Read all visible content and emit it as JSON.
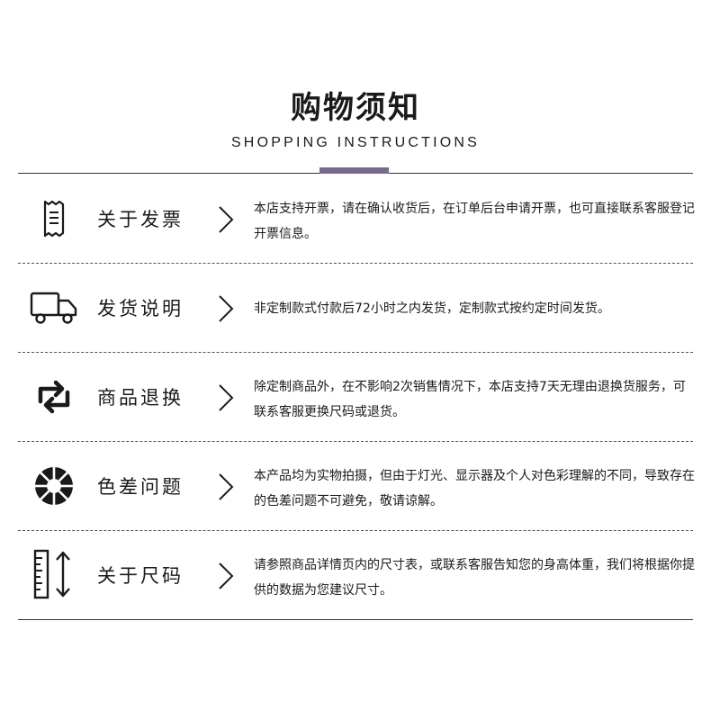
{
  "header": {
    "title": "购物须知",
    "subtitle": "SHOPPING INSTRUCTIONS",
    "accent_color": "#7b6a8c"
  },
  "rows": [
    {
      "icon": "receipt-icon",
      "label": "关于发票",
      "desc": "本店支持开票，请在确认收货后，在订单后台申请开票，也可直接联系客服登记开票信息。"
    },
    {
      "icon": "delivery-truck-icon",
      "label": "发货说明",
      "desc": "非定制款式付款后72小时之内发货，定制款式按约定时间发货。"
    },
    {
      "icon": "exchange-arrows-icon",
      "label": "商品退换",
      "desc": "除定制商品外，在不影响2次销售情况下，本店支持7天无理由退换货服务，可联系客服更换尺码或退货。"
    },
    {
      "icon": "color-wheel-icon",
      "label": "色差问题",
      "desc": "本产品均为实物拍摄，但由于灯光、显示器及个人对色彩理解的不同，导致存在的色差问题不可避免，敬请谅解。"
    },
    {
      "icon": "ruler-icon",
      "label": "关于尺码",
      "desc": "请参照商品详情页内的尺寸表，或联系客服告知您的身高体重，我们将根据你提供的数据为您建议尺寸。"
    }
  ]
}
